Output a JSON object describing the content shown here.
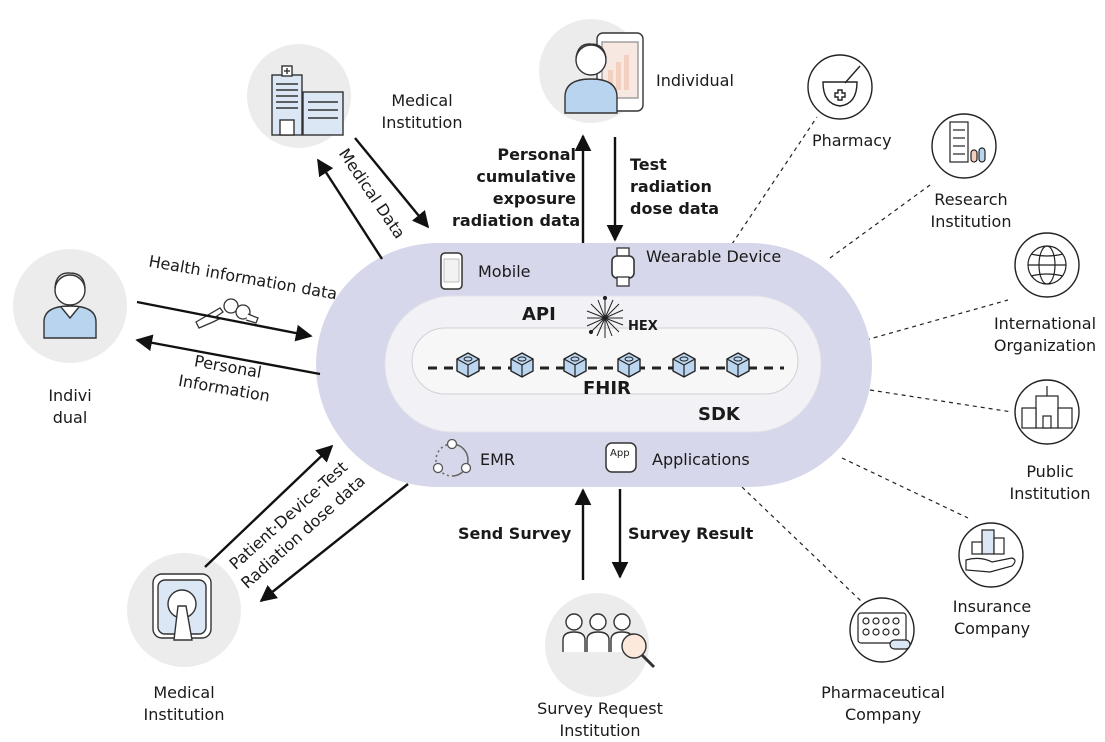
{
  "platform": {
    "channels": {
      "mobile": "Mobile",
      "wearable": "Wearable Device",
      "emr": "EMR",
      "applications": "Applications",
      "app_icon_text": "App"
    },
    "api": "API",
    "hex": "HEX",
    "fhir": "FHIR",
    "sdk": "SDK"
  },
  "nodes": {
    "medical_top": [
      "Medical",
      "Institution"
    ],
    "individual_top": "Individual",
    "individual_left": [
      "Indivi",
      "dual"
    ],
    "medical_bottom": [
      "Medical",
      "Institution"
    ],
    "survey": [
      "Survey Request",
      "Institution"
    ],
    "pharmacy": "Pharmacy",
    "research": [
      "Research",
      "Institution"
    ],
    "international": [
      "International",
      "Organization"
    ],
    "public": [
      "Public",
      "Institution"
    ],
    "insurance": [
      "Insurance",
      "Company"
    ],
    "pharma": [
      "Pharmaceutical",
      "Company"
    ]
  },
  "flows": {
    "medical_data": "Medical Data",
    "personal_exposure": [
      "Personal",
      "cumulative",
      "exposure",
      "radiation data"
    ],
    "test_dose": [
      "Test",
      "radiation",
      "dose data"
    ],
    "health_info": "Health information data",
    "personal_info": [
      "Personal",
      "Information"
    ],
    "patient_device": [
      "Patient·Device·Test",
      "Radiation dose data"
    ],
    "send_survey": "Send Survey",
    "survey_result": "Survey Result"
  },
  "colors": {
    "platform_fill": "#d6d7ea",
    "node_circle": "#ececec",
    "accent_blue": "#b9d4ee",
    "outline": "#2a2a2a"
  }
}
